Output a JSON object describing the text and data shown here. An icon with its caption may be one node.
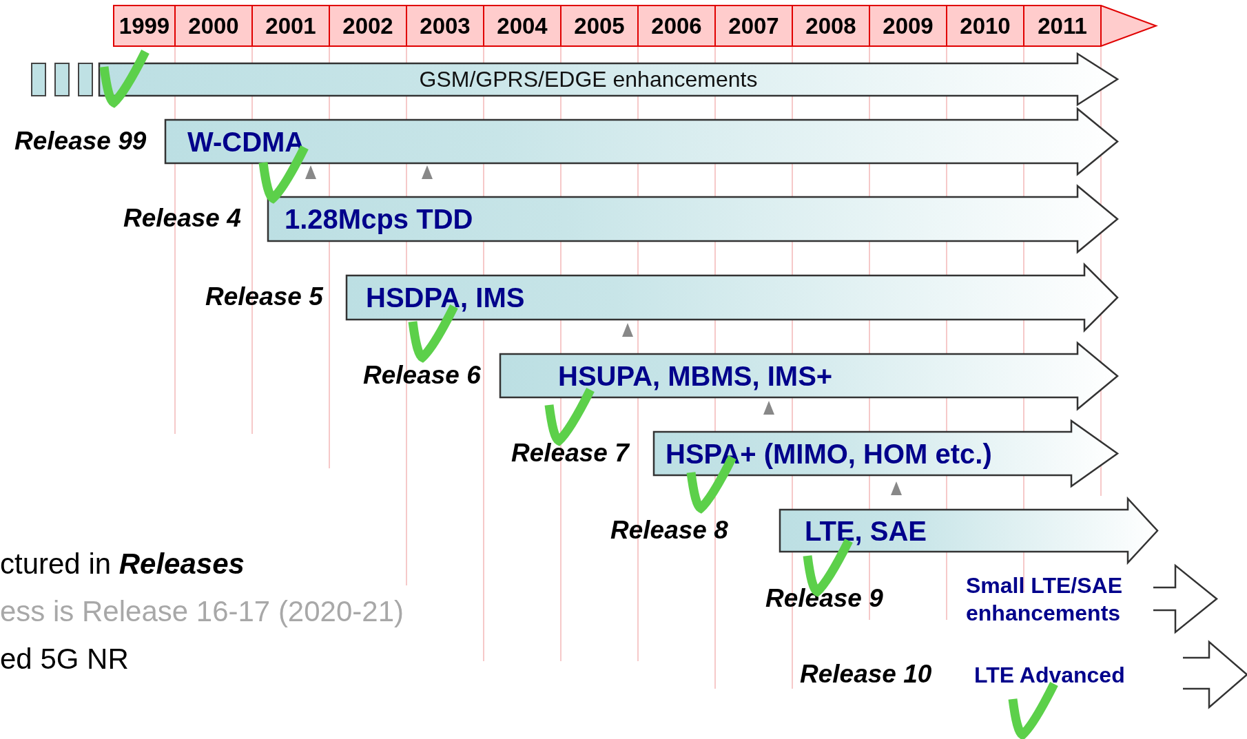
{
  "diagram": {
    "nodes": [
      {
        "text": [
          "GSM/GPRS/EDGE enhancements"
        ]
      },
      {
        "text": [
          "Release 99",
          "W-CDMA"
        ]
      },
      {
        "text": [
          "Release 4",
          "1.28Mcps TDD"
        ]
      },
      {
        "text": [
          "Release 5",
          "HSDPA, IMS"
        ]
      },
      {
        "text": [
          "Release 6",
          "HSUPA, MBMS, IMS+"
        ]
      },
      {
        "text": [
          "Release 7",
          "HSPA+ (MIMO, HOM etc.)"
        ]
      },
      {
        "text": [
          "Release 8",
          "LTE, SAE"
        ]
      },
      {
        "text": [
          "Release 9",
          "Small LTE/SAE enhancements"
        ]
      },
      {
        "text": [
          "Release 10",
          "LTE Advanced"
        ]
      }
    ],
    "edges": [],
    "labels": [
      "1999",
      "2000",
      "2001",
      "2002",
      "2003",
      "2004",
      "2005",
      "2006",
      "2007",
      "2008",
      "2009",
      "2010",
      "2011",
      "ctured in **Releases**",
      "ess is Release 16-17 (2020-21)",
      "ed 5G NR"
    ]
  }
}
